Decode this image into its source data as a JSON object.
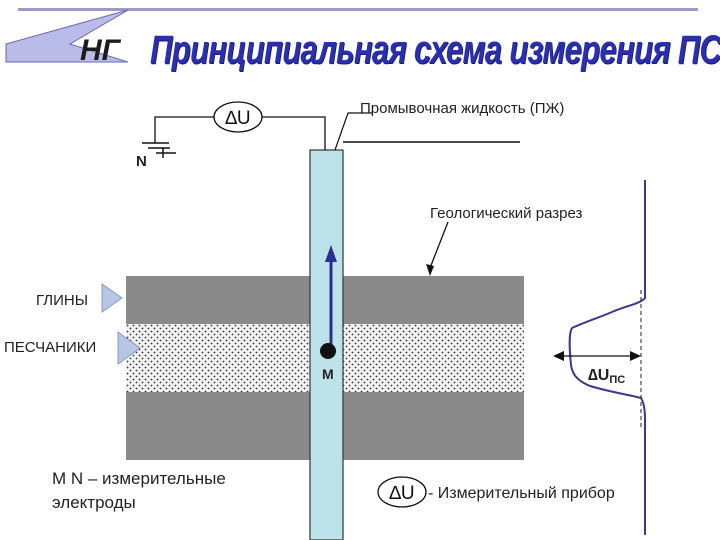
{
  "header": {
    "logo_text": "НГ",
    "title": "Принципиальная схема измерения ПС"
  },
  "labels": {
    "delta_u_top": "∆U",
    "flushing_fluid": "Промывочная жидкость (ПЖ)",
    "electrode_n": "N",
    "geological_section": "Геологический разрез",
    "clays": "ГЛИНЫ",
    "sandstones": "ПЕСЧАНИКИ",
    "electrode_m": "M",
    "delta_u_ps_main": "∆U",
    "delta_u_ps_sub": "ПС",
    "electrodes_legend_line1": "M N – измерительные",
    "electrodes_legend_line2": "электроды",
    "device_symbol": "∆U",
    "device_legend": "- Измерительный прибор"
  },
  "colors": {
    "title": "#2a2fb0",
    "borehole_fill": "#bde3ea",
    "clay_fill": "#8a8a8a",
    "sand_fill": "#eeeeee",
    "curve": "#3a3a8c",
    "arrow": "#2a2f90",
    "marker": "#9aa6cf"
  }
}
